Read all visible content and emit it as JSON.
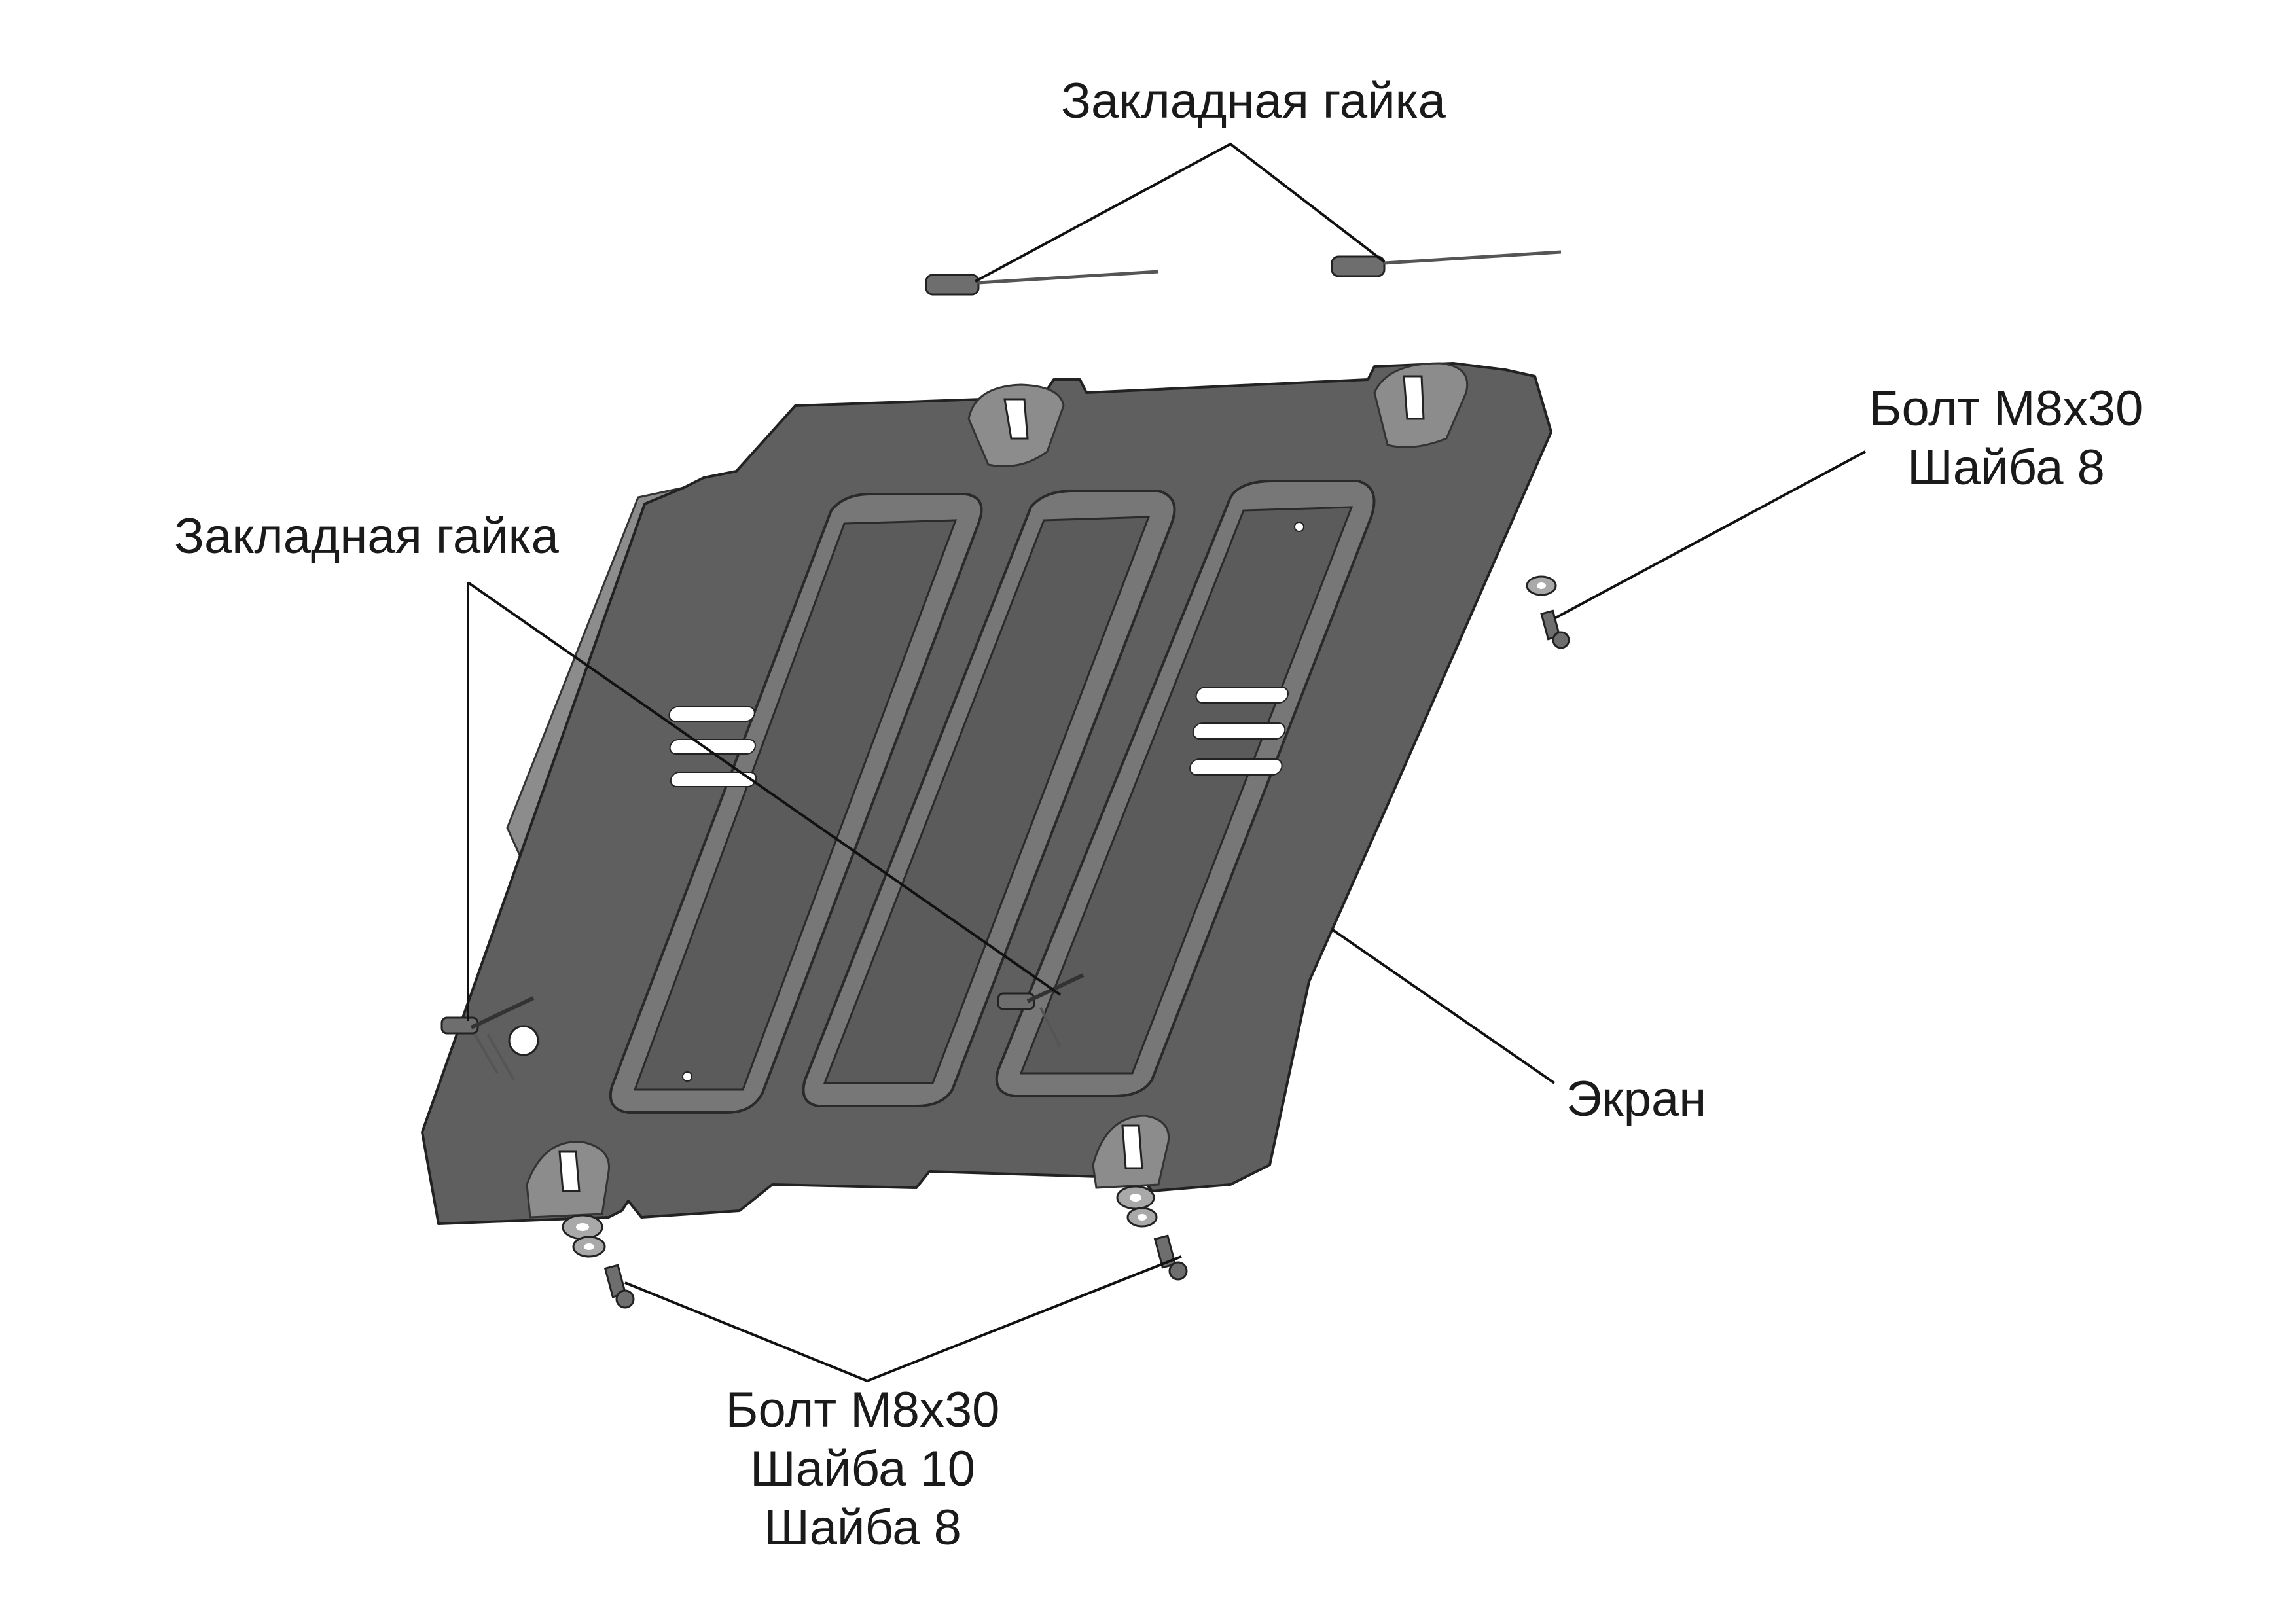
{
  "labels": {
    "nut_top": "Закладная гайка",
    "nut_left": "Закладная гайка",
    "bolt_right_line1": "Болт М8х30",
    "bolt_right_line2": "Шайба 8",
    "screen": "Экран",
    "bolt_bottom_line1": "Болт М8х30",
    "bolt_bottom_line2": "Шайба 10",
    "bolt_bottom_line3": "Шайба 8"
  },
  "colors": {
    "plate": "#5f5f5f",
    "outline": "#222222",
    "background": "#ffffff"
  }
}
